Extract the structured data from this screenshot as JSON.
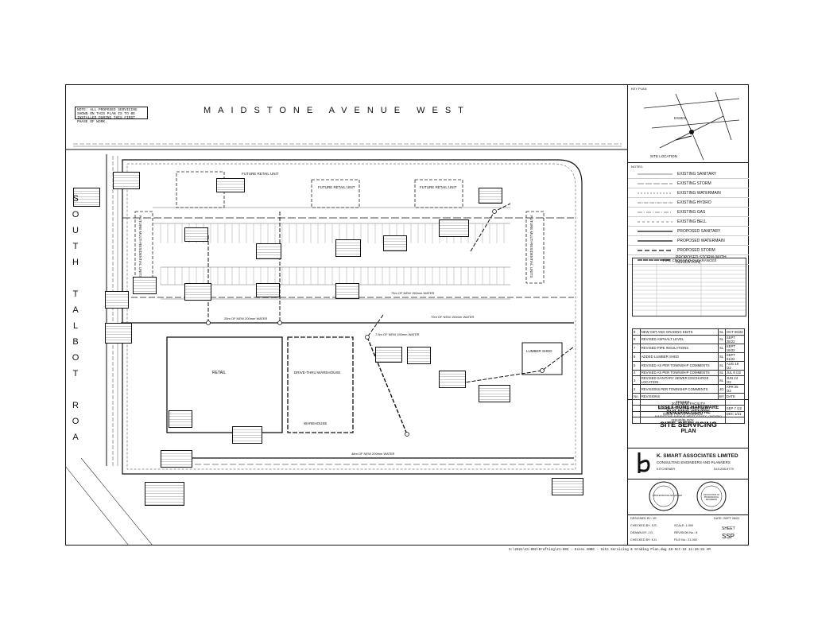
{
  "street_north": "MAIDSTONE AVENUE WEST",
  "street_west_letters": [
    "S",
    "O",
    "U",
    "T",
    "H",
    "",
    "T",
    "A",
    "L",
    "B",
    "O",
    "T",
    "",
    "R",
    "O",
    "A"
  ],
  "general_note": "NOTE: ALL PROPOSED SERVICING SHOWN ON THIS PLAN IS TO BE INSTALLED DURING THIS FIRST PHASE OF WORK.",
  "key_plan": {
    "title": "KEY PLAN",
    "town": "ESSEX",
    "site_label": "SITE LOCATION"
  },
  "buildings": {
    "future_retail_1": "FUTURE RETAIL UNIT",
    "future_retail_2": "FUTURE RETAIL UNIT",
    "future_retail_3": "FUTURE RETAIL UNIT",
    "future_multi_1": "FUTURE MULTI-RESIDENTIAL UNITS",
    "future_multi_2": "FUTURE MULTI-RESIDENTIAL UNITS",
    "retail": "RETAIL",
    "drive_thru": "DRIVE-THRU WAREHOUSE",
    "warehouse": "WAREHOUSE",
    "lumber_shed": "LUMBER SHED"
  },
  "water_labels": [
    "25m OF NEW 200mm WATER",
    "7.5m OF NEW 150mm WATER",
    "75m OF NEW 150mm WATER",
    "70m OF NEW 150mm WATER",
    "48m OF NEW 200mm WATER"
  ],
  "legend": {
    "title": "NOTES:",
    "items": [
      "EXISTING SANITARY",
      "EXISTING STORM",
      "EXISTING WATERMAIN",
      "EXISTING HYDRO",
      "EXISTING GAS",
      "EXISTING BELL",
      "PROPOSED SANITARY",
      "PROPOSED WATERMAIN",
      "PROPOSED STORM",
      "PROPOSED STORM (WITH INSULATION)"
    ]
  },
  "clearance_table_title": "PIPE CROSSING CLEARANCES",
  "revisions": [
    {
      "no": "9",
      "desc": "NEW CBT AND GRADING EDITS",
      "by": "SL",
      "date": "OCT 06/22"
    },
    {
      "no": "8",
      "desc": "REVISED ASPHALT LEVEL",
      "by": "SL",
      "date": "SEPT 28/22"
    },
    {
      "no": "7",
      "desc": "REVISED PIPE INSULATIONS",
      "by": "SL",
      "date": "SEPT 16/22"
    },
    {
      "no": "6",
      "desc": "ADDED LUMBER SHED",
      "by": "SL",
      "date": "SEPT 01/22"
    },
    {
      "no": "5",
      "desc": "REVISED AS PER TOWNSHIP COMMENTS",
      "by": "SL",
      "date": "AUG 18 /22"
    },
    {
      "no": "4",
      "desc": "REVISED AS PER TOWNSHIP COMMENTS",
      "by": "SL",
      "date": "JUL 8 /22"
    },
    {
      "no": "3",
      "desc": "REVISED SANITARY SEWER DISCHARGE LOCATION",
      "by": "SL",
      "date": "JUN 24 /22"
    },
    {
      "no": "2",
      "desc": "REVISIONS PER TOWNSHIP COMMENTS",
      "by": "JG",
      "date": "APR 25 /22"
    },
    {
      "no": "No.",
      "desc": "REVISIONS",
      "by": "BY",
      "date": "DATE"
    }
  ],
  "issued": [
    {
      "desc": "TENDER",
      "date": ""
    },
    {
      "desc": "ISSUED FOR CONSTRUCTION",
      "date": "SEP 7 /22"
    },
    {
      "desc": "ISSUE FOR APPROVALS",
      "date": "DEC 1/21"
    },
    {
      "desc": "ISSUE/BLOCK",
      "date": ""
    }
  ],
  "project": {
    "line1": "2021 NEW FACILITY",
    "line2": "ESSEX HOME HARDWARE",
    "line3": "BUILDING CENTRE",
    "line4": "MAIDSTONE AVENUE WEST, ESSEX, ONTARIO"
  },
  "drawing_title": "SITE SERVICING",
  "drawing_subtitle": "PLAN",
  "firm": {
    "name": "K. SMART ASSOCIATES LIMITED",
    "tagline": "CONSULTING ENGINEERS AND PLANNERS",
    "city": "KITCHENER",
    "phone": "519-208-9770"
  },
  "title_block": {
    "designed_by": "DESIGNED BY: JG",
    "checked_by": "CHECKED BY: S.S.",
    "drawn_by": "DRAWN BY: J.G.",
    "checked_by_2": "CHECKED BY: K.D.",
    "scale": "SCALE: 1:300",
    "date": "DATE: SEPT 28/22",
    "revision": "REVISION No.: 8",
    "file": "FILE No.: 21-002",
    "sheet_label": "SHEET",
    "sheet_value": "SSP"
  },
  "seal_1": "PROFESSIONAL ENGINEER",
  "seal_2": "ASSOCIATION OF PROFESSIONAL ENGINEERS",
  "footer_path": "S:\\2021\\21-002\\Drafting\\21-002 - Essex HHBC - Site Servicing & Grading Plan.dwg  28-Oct-22  11:26:34 AM"
}
